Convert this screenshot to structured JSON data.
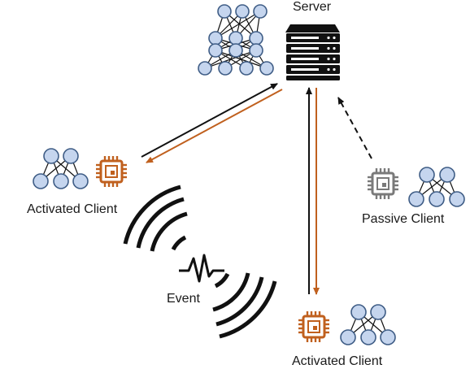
{
  "labels": {
    "server": "Server",
    "activated_client_left": "Activated Client",
    "passive_client": "Passive Client",
    "event": "Event",
    "activated_client_bottom": "Activated Client"
  },
  "colors": {
    "accent_orange": "#c0601e",
    "arrow_black": "#111111",
    "node_fill": "#c5d5ee",
    "node_stroke": "#3f5d86",
    "passive_gray": "#7a7a7a"
  },
  "icons": {
    "server": "server-rack-icon",
    "chip": "cpu-chip-icon",
    "network": "neural-network-icon",
    "event": "signal-waves-icon"
  }
}
